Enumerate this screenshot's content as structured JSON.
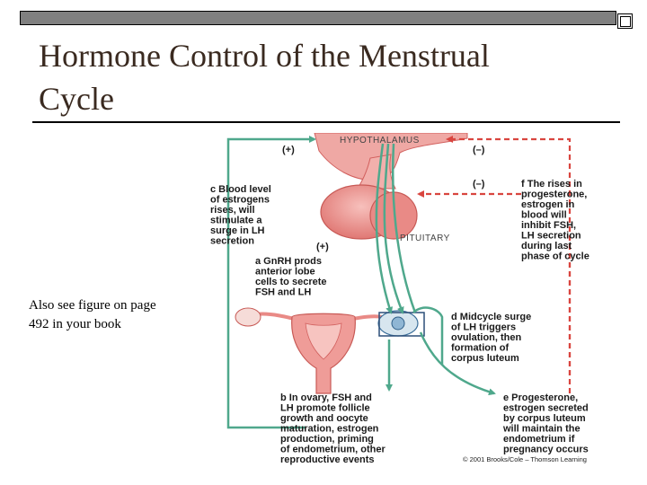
{
  "slide": {
    "title_line1": "Hormone Control of the Menstrual",
    "title_line2": "Cycle",
    "note_line1": "Also see figure on page",
    "note_line2": "492 in your book"
  },
  "diagram": {
    "hypothalamus": "HYPOTHALAMUS",
    "pituitary": "PITUITARY",
    "sign_plus_top": "(+)",
    "sign_minus_top": "(–)",
    "sign_minus_mid": "(–)",
    "sign_plus_mid": "(+)",
    "label_c": [
      "c  Blood level",
      "of estrogens",
      "rises, will",
      "stimulate a",
      "surge in LH",
      "secretion"
    ],
    "label_f": [
      "f  The rises in",
      "progesterone,",
      "estrogen in",
      "blood will",
      "inhibit FSH,",
      "LH secretion",
      "during last",
      "phase of cycle"
    ],
    "label_a": [
      "a  GnRH prods",
      "anterior lobe",
      "cells to secrete",
      "FSH and LH"
    ],
    "label_d": [
      "d  Midcycle surge",
      "of LH triggers",
      "ovulation, then",
      "formation of",
      "corpus luteum"
    ],
    "label_b": [
      "b  In ovary, FSH and",
      "LH promote follicle",
      "growth and oocyte",
      "maturation, estrogen",
      "production, priming",
      "of endometrium, other",
      "reproductive events"
    ],
    "label_e": [
      "e  Progesterone,",
      "estrogen secreted",
      "by corpus luteum",
      "will maintain the",
      "endometrium if",
      "pregnancy occurs"
    ],
    "copyright": "© 2001 Brooks/Cole – Thomson Learning"
  },
  "colors": {
    "green_arrow": "#4fa88c",
    "red_dashed": "#d9453f",
    "tissue_pink": "#ef9c98",
    "tissue_dark": "#d2605e",
    "gray_bar": "#808080"
  }
}
